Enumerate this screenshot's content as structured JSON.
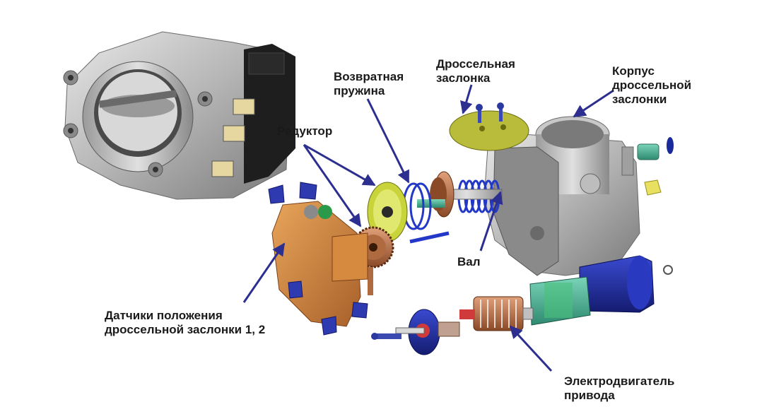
{
  "labels": {
    "throttle_body": [
      "Корпус",
      "дроссельной",
      "заслонки"
    ],
    "throttle_valve": [
      "Дроссельная",
      "заслонка"
    ],
    "return_spring": [
      "Возвратная",
      "пружина"
    ],
    "gearbox": [
      "Редуктор"
    ],
    "shaft": [
      "Вал"
    ],
    "position_sensors": [
      "Датчики положения",
      "дроссельной заслонки 1, 2"
    ],
    "drive_motor": [
      "Электродвигатель",
      "привода"
    ]
  },
  "colors": {
    "arrow": "#2c2f8f",
    "metal": "#b8b8b8",
    "sensor_housing": "#d4883a",
    "gear_green": "#c8d43a",
    "gear_copper": "#a0603c",
    "spring_blue": "#2438c8",
    "motor_blue": "#2233aa",
    "motor_teal": "#58b49a",
    "armature_copper": "#c06a3a"
  }
}
